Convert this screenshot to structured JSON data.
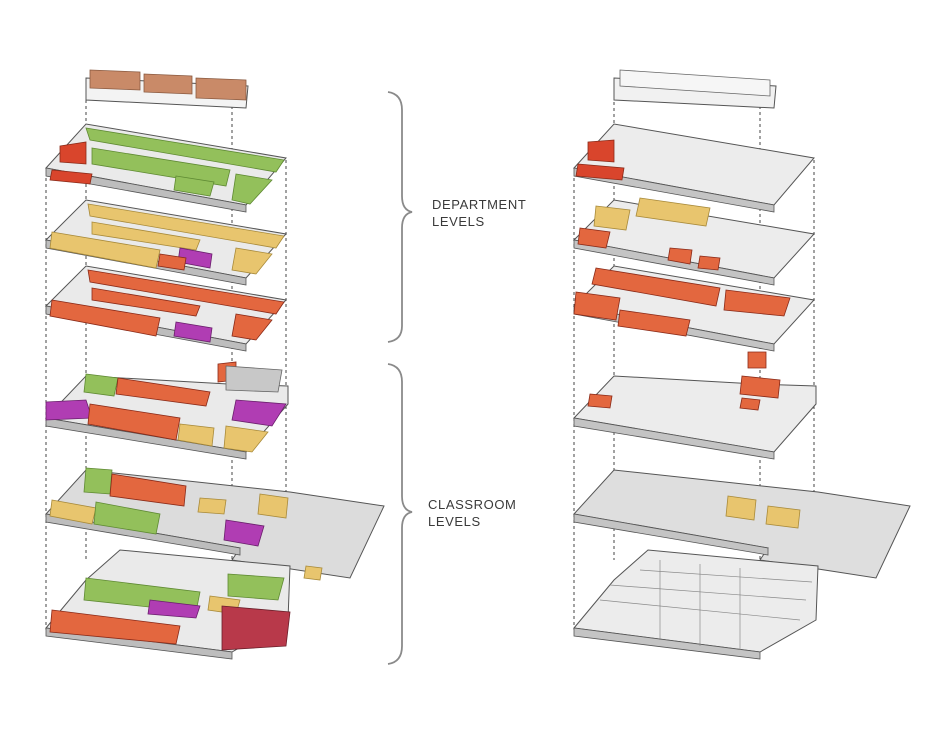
{
  "labels": {
    "department": [
      "DEPARTMENT",
      "LEVELS"
    ],
    "classroom": [
      "CLASSROOM",
      "LEVELS"
    ]
  },
  "colors": {
    "green": "#93c05b",
    "yellow": "#e8c56e",
    "orange": "#e3673f",
    "red": "#d9452c",
    "purple": "#b03db3",
    "brown": "#c98a68",
    "maroon": "#b8394a",
    "gray_floor": "#dcdcdc",
    "white_floor": "#f1f1f1",
    "line": "#555555"
  },
  "left_stack": [
    {
      "level": "roof",
      "accent": "brown"
    },
    {
      "level": "department",
      "accent": "green"
    },
    {
      "level": "department",
      "accent": "yellow"
    },
    {
      "level": "department",
      "accent": "orange"
    },
    {
      "level": "classroom",
      "accent": "mixed"
    },
    {
      "level": "classroom",
      "accent": "mixed"
    },
    {
      "level": "classroom",
      "accent": "mixed"
    }
  ],
  "right_stack": [
    {
      "level": "roof",
      "accent": "none"
    },
    {
      "level": "department",
      "accent": "orange"
    },
    {
      "level": "department",
      "accent": "yellow"
    },
    {
      "level": "department",
      "accent": "orange"
    },
    {
      "level": "classroom",
      "accent": "orange"
    },
    {
      "level": "classroom",
      "accent": "yellow"
    },
    {
      "level": "classroom",
      "accent": "none"
    }
  ]
}
